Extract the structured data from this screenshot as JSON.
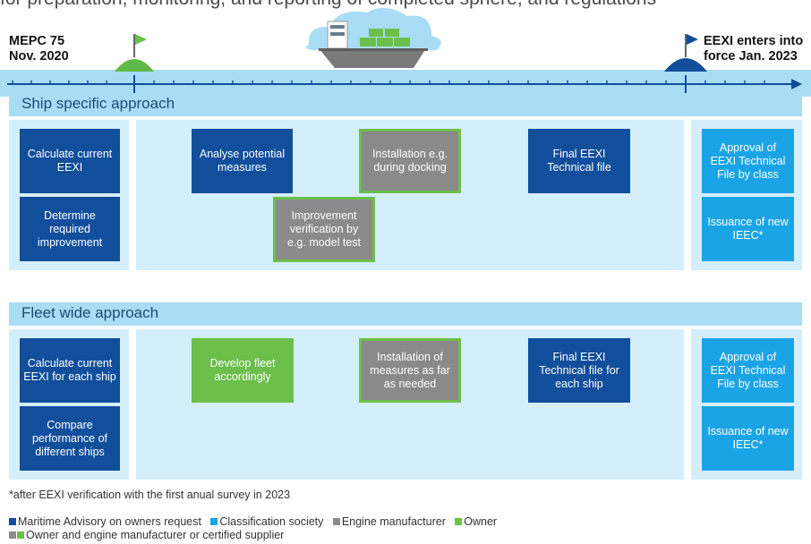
{
  "top_text": "for preparation, monitoring, and reporting of completed sphere, and regulations",
  "milestones": {
    "start": {
      "line1": "MEPC 75",
      "line2": "Nov. 2020"
    },
    "end": {
      "line1": "EEXI enters into",
      "line2": "force Jan. 2023"
    }
  },
  "ship_specific": {
    "title": "Ship specific approach",
    "calculate": "Calculate current EEXI",
    "determine": "Determine required improvement",
    "analyse": "Analyse potential measures",
    "installation": "Installation e.g. during docking",
    "improvement": "Improvement verification by e.g. model test",
    "final": "Final EEXI Technical file",
    "approval": "Approval of EEXI Technical File by class",
    "issuance": "Issuance of new IEEC*"
  },
  "fleet_wide": {
    "title": "Fleet wide approach",
    "calculate": "Calculate current EEXI for each ship",
    "compare": "Compare performance of different ships",
    "develop": "Develop fleet accordingly",
    "installation": "Installation of measures as far as needed",
    "final": "Final EEXI Technical file for each ship",
    "approval": "Approval of EEXI Technical File by class",
    "issuance": "Issuance of new IEEC*"
  },
  "footnote": "*after EEXI verification with the first anual survey in 2023",
  "legend": {
    "maritime": "Maritime Advisory on owners request",
    "class": "Classification society",
    "engine": "Engine manufacturer",
    "owner": "Owner",
    "owner_engine": "Owner and engine manufacturer or certified supplier"
  },
  "colors": {
    "maritime": "#114e9b",
    "class": "#1aa4e6",
    "engine": "#8a8a8a",
    "owner": "#6bbf4a",
    "band": "#a9dcf5",
    "panel": "#d5eefb"
  },
  "icons": [
    "start-flag-icon",
    "ship-icon",
    "end-flag-icon",
    "timeline-arrow-icon"
  ]
}
